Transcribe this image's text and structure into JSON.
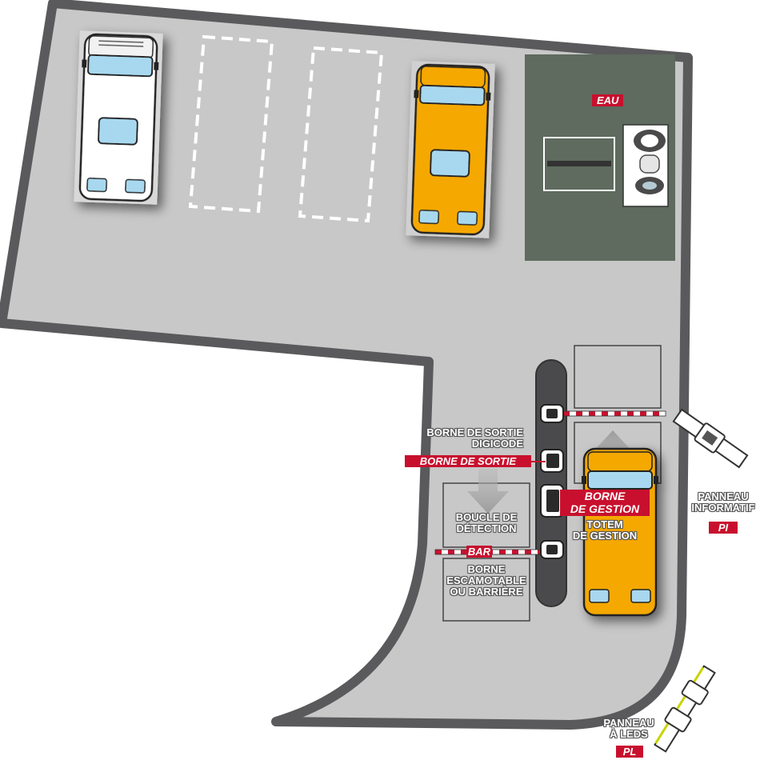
{
  "labels": {
    "eau": "EAU",
    "borne_sortie_digicode_line1": "BORNE DE SORTIE",
    "borne_sortie_digicode_line2": "DIGICODE",
    "borne_sortie_tag": "BORNE DE SORTIE",
    "boucle_line1": "BOUCLE DE",
    "boucle_line2": "DÉTECTION",
    "bar_tag": "BAR",
    "borne_escamotable_line1": "BORNE",
    "borne_escamotable_line2": "ESCAMOTABLE",
    "borne_escamotable_line3": "OU BARRIÈRE",
    "borne_gestion_line1": "BORNE",
    "borne_gestion_line2": "DE GESTION",
    "totem_line1": "TOTEM",
    "totem_line2": "DE GESTION",
    "panneau_info_line1": "PANNEAU",
    "panneau_info_line2": "INFORMATIF",
    "panneau_info_tag": "PI",
    "panneau_leds_line1": "PANNEAU",
    "panneau_leds_line2": "À LEDS",
    "panneau_leds_tag": "PL"
  },
  "colors": {
    "pavement": "#c8c8c8",
    "curb": "#5a5a5c",
    "water_area": "#5e6b5e",
    "accent_red": "#c8102e",
    "camping_car_yellow": "#f5a800",
    "camping_car_white": "#ffffff",
    "windshield_blue": "#a8d8ef"
  },
  "icons": [
    "camping-car-icon",
    "water-tap-icon",
    "barrier-icon",
    "led-sign-icon",
    "info-sign-icon",
    "arrow-icon"
  ]
}
